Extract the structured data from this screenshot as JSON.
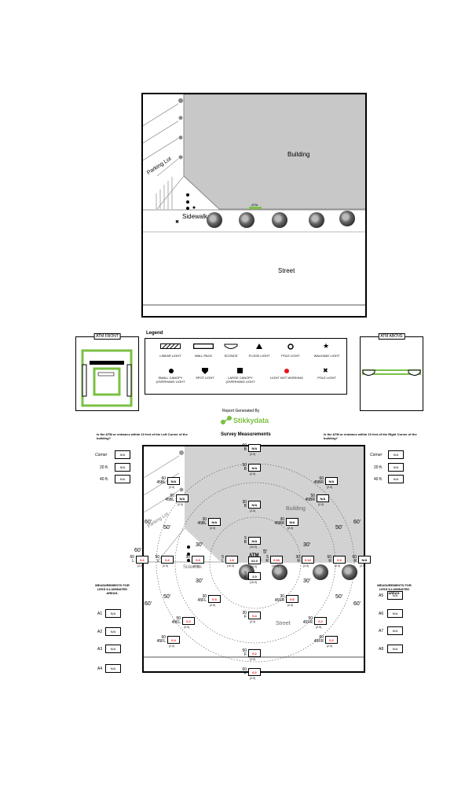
{
  "site": {
    "building_label": "Building",
    "parking_label": "Parking Lot",
    "sidewalk_label": "Sidewalk",
    "street_label": "Street",
    "atm_label": "ATM"
  },
  "panels": {
    "atm_front": "ATM FRONT",
    "atm_above": "ATM ABOVE"
  },
  "legend": {
    "title": "Legend",
    "items": [
      {
        "label": "LINEAR LIGHT",
        "icon": "linear-light-icon"
      },
      {
        "label": "WALL PACK",
        "icon": "wall-pack-icon"
      },
      {
        "label": "SCONCE",
        "icon": "sconce-icon"
      },
      {
        "label": "FLOOD LIGHT",
        "icon": "flood-light-icon"
      },
      {
        "label": "POLE LIGHT",
        "icon": "pole-light-icon"
      },
      {
        "label": "WALKWAY LIGHT",
        "icon": "walkway-light-icon"
      },
      {
        "label": "SMALL CANOPY (OVERHANG LIGHT",
        "icon": "small-canopy-icon"
      },
      {
        "label": "SPOT LIGHT",
        "icon": "spot-light-icon"
      },
      {
        "label": "LARGE CANOPY (OVERHANG LIGHT",
        "icon": "large-canopy-icon"
      },
      {
        "label": "LIGHT NOT WORKING",
        "icon": "light-not-working-icon",
        "color": "#e8141b"
      },
      {
        "label": "POLE LIGHT",
        "icon": "pole-light-x-icon"
      }
    ]
  },
  "report": {
    "generated_by": "Report Generated By",
    "brand": "Stikkydata",
    "brand_color": "#7ac143"
  },
  "survey": {
    "title": "Survey Measurements",
    "left_question": "Is the ATM or entrance within 10 feet of the Left Corner of the building?",
    "right_question": "Is the ATM or entrance within 10 feet of the Right Corner of the building?",
    "corner_label": "Corner",
    "ft20_label": "20 ft.",
    "ft40_label": "40 ft.",
    "left_corner": "N/A",
    "left_20": "N/A",
    "left_40": "N/A",
    "right_corner": "N/A",
    "right_20": "N/A",
    "right_40": "N/A",
    "building_label": "Building",
    "parking_label": "Parking Lot",
    "sidewalk_label": "Sidewalk",
    "street_label": "Street",
    "atm_label": "ATM",
    "less_lit_title": "MEASUREMENTS FOR LESS ILLUMINATED AREAS:",
    "left_areas": [
      {
        "label": "A1",
        "value": "N/A"
      },
      {
        "label": "A2",
        "value": "N/A"
      },
      {
        "label": "A3",
        "value": "N/A"
      },
      {
        "label": "A4",
        "value": "N/A"
      }
    ],
    "right_areas": [
      {
        "label": "A5",
        "value": "N/A"
      },
      {
        "label": "A6",
        "value": "N/A"
      },
      {
        "label": "A7",
        "value": "N/A"
      },
      {
        "label": "A8",
        "value": "N/A"
      }
    ],
    "ring_labels": [
      "5'",
      "30'",
      "50'",
      "60'"
    ],
    "points": [
      {
        "id": "60B",
        "line1": "60",
        "line2": "B",
        "value": "N/A",
        "sub": "(2.0)"
      },
      {
        "id": "50B",
        "line1": "50",
        "line2": "B",
        "value": "N/A",
        "sub": "(2.0)"
      },
      {
        "id": "30B",
        "line1": "30",
        "line2": "B",
        "value": "N/A",
        "sub": "(2.0)"
      },
      {
        "id": "5B",
        "line1": "5",
        "line2": "B",
        "value": "N/A",
        "sub": "(10.0)"
      },
      {
        "id": "ATM",
        "line1": "",
        "line2": "",
        "value": "62.0",
        "sub": "(10.0)"
      },
      {
        "id": "5F",
        "line1": "5",
        "line2": "F",
        "value": "2.0",
        "sub": "(10.0)"
      },
      {
        "id": "30F",
        "line1": "30",
        "line2": "F",
        "value": "0.4",
        "sub": "(2.0)"
      },
      {
        "id": "50F",
        "line1": "50",
        "line2": "F",
        "value": "0.2",
        "sub": "(2.0)"
      },
      {
        "id": "60F",
        "line1": "60",
        "line2": "F",
        "value": "0.2",
        "sub": "(2.0)"
      },
      {
        "id": "60L",
        "line1": "60",
        "line2": "L",
        "value": "0.2",
        "sub": "(2.0)"
      },
      {
        "id": "50L",
        "line1": "50",
        "line2": "L",
        "value": "0.2",
        "sub": "(2.0)"
      },
      {
        "id": "30L",
        "line1": "30",
        "line2": "L",
        "value": "0.3",
        "sub": "(2.0)"
      },
      {
        "id": "5L",
        "line1": "5",
        "line2": "L",
        "value": "1.8",
        "sub": "(10.0)"
      },
      {
        "id": "5R",
        "line1": "5",
        "line2": "R",
        "value": "0.34",
        "sub": "(10.0)"
      },
      {
        "id": "30R",
        "line1": "30",
        "line2": "R",
        "value": "0.12",
        "sub": "(2.0)"
      },
      {
        "id": "50R",
        "line1": "50",
        "line2": "R",
        "value": "0.3",
        "sub": "(2.0)"
      },
      {
        "id": "60R",
        "line1": "60",
        "line2": "R",
        "value": "N/A",
        "sub": "(2.0)"
      },
      {
        "id": "60BL",
        "line1": "60",
        "line2": "45BL",
        "value": "N/A",
        "sub": "(2.0)"
      },
      {
        "id": "50BL",
        "line1": "50",
        "line2": "45BL",
        "value": "N/A",
        "sub": "(2.0)"
      },
      {
        "id": "30BL",
        "line1": "30",
        "line2": "45BL",
        "value": "N/A",
        "sub": "(2.0)"
      },
      {
        "id": "60BR",
        "line1": "60",
        "line2": "45BR",
        "value": "N/A",
        "sub": "(2.0)"
      },
      {
        "id": "50BR",
        "line1": "50",
        "line2": "45BR",
        "value": "N/A",
        "sub": "(2.0)"
      },
      {
        "id": "30BR",
        "line1": "30",
        "line2": "45BR",
        "value": "N/A",
        "sub": "(2.0)"
      },
      {
        "id": "30FL",
        "line1": "30",
        "line2": "45FL",
        "value": "0.3",
        "sub": "(2.0)"
      },
      {
        "id": "50FL",
        "line1": "50",
        "line2": "45FL",
        "value": "0.2",
        "sub": "(2.0)"
      },
      {
        "id": "60FL",
        "line1": "60",
        "line2": "45FL",
        "value": "0.4",
        "sub": "(2.0)"
      },
      {
        "id": "30FR",
        "line1": "30",
        "line2": "45FR",
        "value": "0.6",
        "sub": "(2.0)"
      },
      {
        "id": "50FR",
        "line1": "50",
        "line2": "45FR",
        "value": "0.2",
        "sub": "(2.0)"
      },
      {
        "id": "60FR",
        "line1": "60",
        "line2": "45FR",
        "value": "0.2",
        "sub": "(2.0)"
      }
    ]
  }
}
